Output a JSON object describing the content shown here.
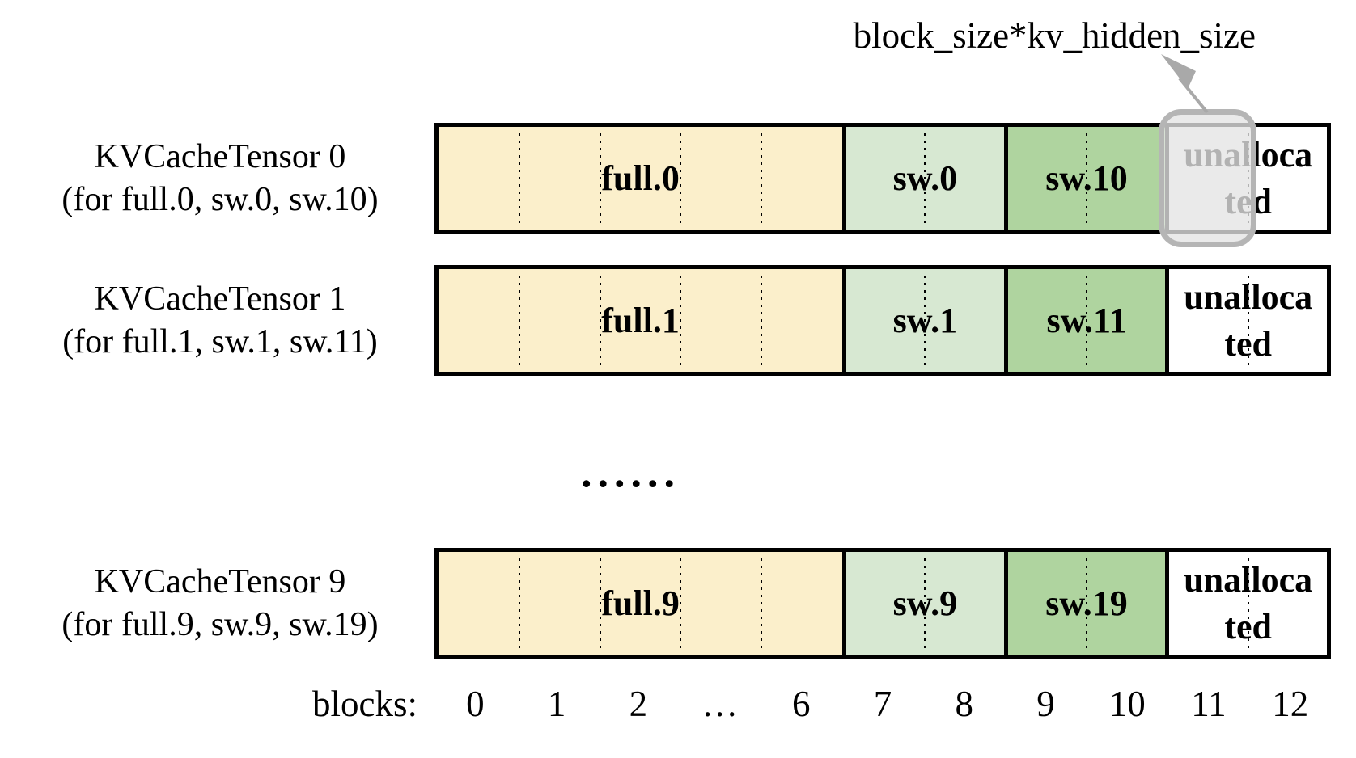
{
  "annotation": {
    "label": "block_size*kv_hidden_size"
  },
  "rows": [
    {
      "title": "KVCacheTensor 0",
      "subtitle": "(for full.0, sw.0, sw.10)",
      "segments": [
        {
          "label": "full.0"
        },
        {
          "label": "sw.0"
        },
        {
          "label": "sw.10"
        },
        {
          "label": "unallocated"
        }
      ]
    },
    {
      "title": "KVCacheTensor 1",
      "subtitle": "(for full.1, sw.1, sw.11)",
      "segments": [
        {
          "label": "full.1"
        },
        {
          "label": "sw.1"
        },
        {
          "label": "sw.11"
        },
        {
          "label": "unallocated"
        }
      ]
    },
    {
      "title": "KVCacheTensor 9",
      "subtitle": "(for full.9, sw.9, sw.19)",
      "segments": [
        {
          "label": "full.9"
        },
        {
          "label": "sw.9"
        },
        {
          "label": "sw.19"
        },
        {
          "label": "unallocated"
        }
      ]
    }
  ],
  "ellipsis": "......",
  "axis": {
    "label": "blocks:",
    "ticks": [
      "0",
      "1",
      "2",
      "…",
      "6",
      "7",
      "8",
      "9",
      "10",
      "11",
      "12"
    ]
  },
  "colors": {
    "full": "#FBEFCB",
    "sw-light": "#D7E8D2",
    "sw-dark": "#AFD49F",
    "unallocated": "#FFFFFF",
    "bar-border": "#000000",
    "highlight-border": "#B5B5B5",
    "highlight-fill": "#E4E4E4C7",
    "arrow": "#A9A9A9",
    "text": "#000000"
  }
}
